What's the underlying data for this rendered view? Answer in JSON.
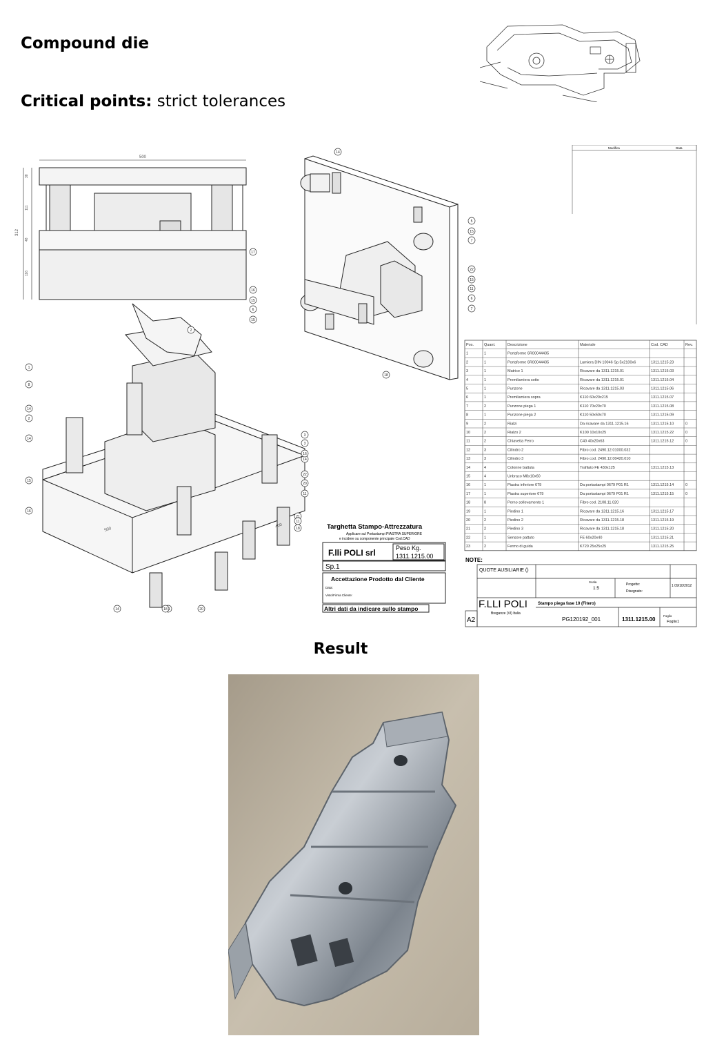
{
  "heading": {
    "title": "Compound die",
    "critical_label": "Critical points:",
    "critical_value": " strict tolerances"
  },
  "result_label": "Result",
  "drawing": {
    "dims": {
      "width": "500",
      "height_total": "312",
      "d1": "38",
      "d2": "111",
      "d3": "48",
      "d4": "116",
      "iso_w": "500",
      "iso_d": "400"
    },
    "plate": {
      "title": "Targhetta Stampo-Attrezzatura",
      "sub1": "Applicare sul Portastampi PIASTRA SUPERIORE",
      "sub2": "e incidere su componente principale Cod.CAD",
      "company": "F.lli POLI srl",
      "weight_label": "Peso Kg.",
      "code": "1311.1215.00",
      "sp": "Sp.1",
      "acceptance": "Accettazione Prodotto dal Cliente",
      "data_label": "Data:",
      "visto_label": "Visto/Firma Cliente:",
      "other": "Altri dati da indicare sullo stampo"
    },
    "bom": {
      "headers": [
        "Pos.",
        "Quant.",
        "Descrizione",
        "Materiale",
        "Cod. CAD",
        "Rev."
      ],
      "rows": [
        [
          "1",
          "1",
          "Portaforme 6R00044405",
          "",
          "",
          ""
        ],
        [
          "2",
          "1",
          "Portaforme 6R00044405",
          "Lamiera DIN 10046 Sp.5x2100x6",
          "1311.1215.23",
          ""
        ],
        [
          "3",
          "1",
          "Matrice 1",
          "Ricavare da 1311.1215.01",
          "1311.1215.03",
          ""
        ],
        [
          "4",
          "1",
          "Premilamiera sotto",
          "Ricavare da 1311.1215.01",
          "1311.1215.04",
          ""
        ],
        [
          "5",
          "1",
          "Punzone",
          "Ricavare da 1311.1215.03",
          "1311.1215.06",
          ""
        ],
        [
          "6",
          "1",
          "Premilamiera sopra",
          "K110 60x20x215",
          "1311.1215.07",
          ""
        ],
        [
          "7",
          "2",
          "Punzone piega 1",
          "K110 70x20x70",
          "1311.1215.08",
          ""
        ],
        [
          "8",
          "1",
          "Punzone piega 2",
          "K110 50x50x70",
          "1311.1215.09",
          ""
        ],
        [
          "9",
          "2",
          "Rialzi",
          "Da ricavare da 1311.1215.16",
          "1311.1215.10",
          "0"
        ],
        [
          "10",
          "2",
          "Rialzo 2",
          "K100 10x10x25",
          "1311.1215.22",
          "0"
        ],
        [
          "11",
          "2",
          "Chiavetta Ferro",
          "C40 40x20x63",
          "1311.1215.12",
          "0"
        ],
        [
          "12",
          "3",
          "Cilindro 2",
          "Fibro cod. 2490.12.01000.032",
          "",
          ""
        ],
        [
          "13",
          "3",
          "Cilindro 3",
          "Fibro cod. 2490.12.00420.010",
          "",
          ""
        ],
        [
          "14",
          "4",
          "Colonne battuta",
          "Trafilato FE 430x125",
          "1311.1215.13",
          ""
        ],
        [
          "15",
          "4",
          "Unbraco M8x10x60",
          "",
          "",
          ""
        ],
        [
          "16",
          "1",
          "Piastra inferiore 679",
          "Da portastampi 0679 P01 R1",
          "1311.1215.14",
          "0"
        ],
        [
          "17",
          "1",
          "Piastra superiore 679",
          "Da portastampi 0679 P01 R1",
          "1311.1215.15",
          "0"
        ],
        [
          "18",
          "8",
          "Perno sollevamento 1",
          "Fibro cod. 2108.11.020",
          "",
          ""
        ],
        [
          "19",
          "1",
          "Piedino 1",
          "Ricavare da 1311.1215.16",
          "1311.1215.17",
          ""
        ],
        [
          "20",
          "2",
          "Piedino 2",
          "Ricavare da 1311.1215.18",
          "1311.1215.19",
          ""
        ],
        [
          "21",
          "2",
          "Piedino 3",
          "Ricavare da 1311.1215.18",
          "1311.1215.20",
          ""
        ],
        [
          "22",
          "1",
          "Sensore pattuto",
          "FE 60x20x40",
          "1311.1215.21",
          ""
        ],
        [
          "23",
          "2",
          "Fermo di guida",
          "K720 25x25x25",
          "1311.1215.25",
          ""
        ]
      ]
    },
    "note_label": "NOTE:",
    "title_block": {
      "quote": "QUOTE AUSILIARIE ()",
      "scale_label": "Scala",
      "scale": "1:5",
      "company": "F.LLI POLI",
      "project_label": "Progetto:",
      "designer_label": "Disegnato:",
      "description": "Stampo piega fase 10 (Fitero)",
      "drawing_no": "PG120192_001",
      "code": "1311.1215.00",
      "format": "A2",
      "sheet_label": "Foglio",
      "sheet": "Foglio1",
      "date": "1 09/10/2012",
      "location": "Breganze (VI) Italia"
    },
    "top_header": {
      "modifica": "Modifica",
      "data": "Data"
    },
    "balloons_iso": [
      "2",
      "1",
      "8",
      "14",
      "2",
      "14",
      "15",
      "16",
      "21",
      "11",
      "18",
      "14",
      "20",
      "3",
      "3",
      "16",
      "22",
      "11",
      "14",
      "21",
      "20"
    ],
    "balloons_upper": [
      "14",
      "17",
      "16",
      "5",
      "15",
      "7",
      "22",
      "15",
      "11",
      "6",
      "7",
      "15",
      "6",
      "15",
      "18",
      "18"
    ]
  }
}
